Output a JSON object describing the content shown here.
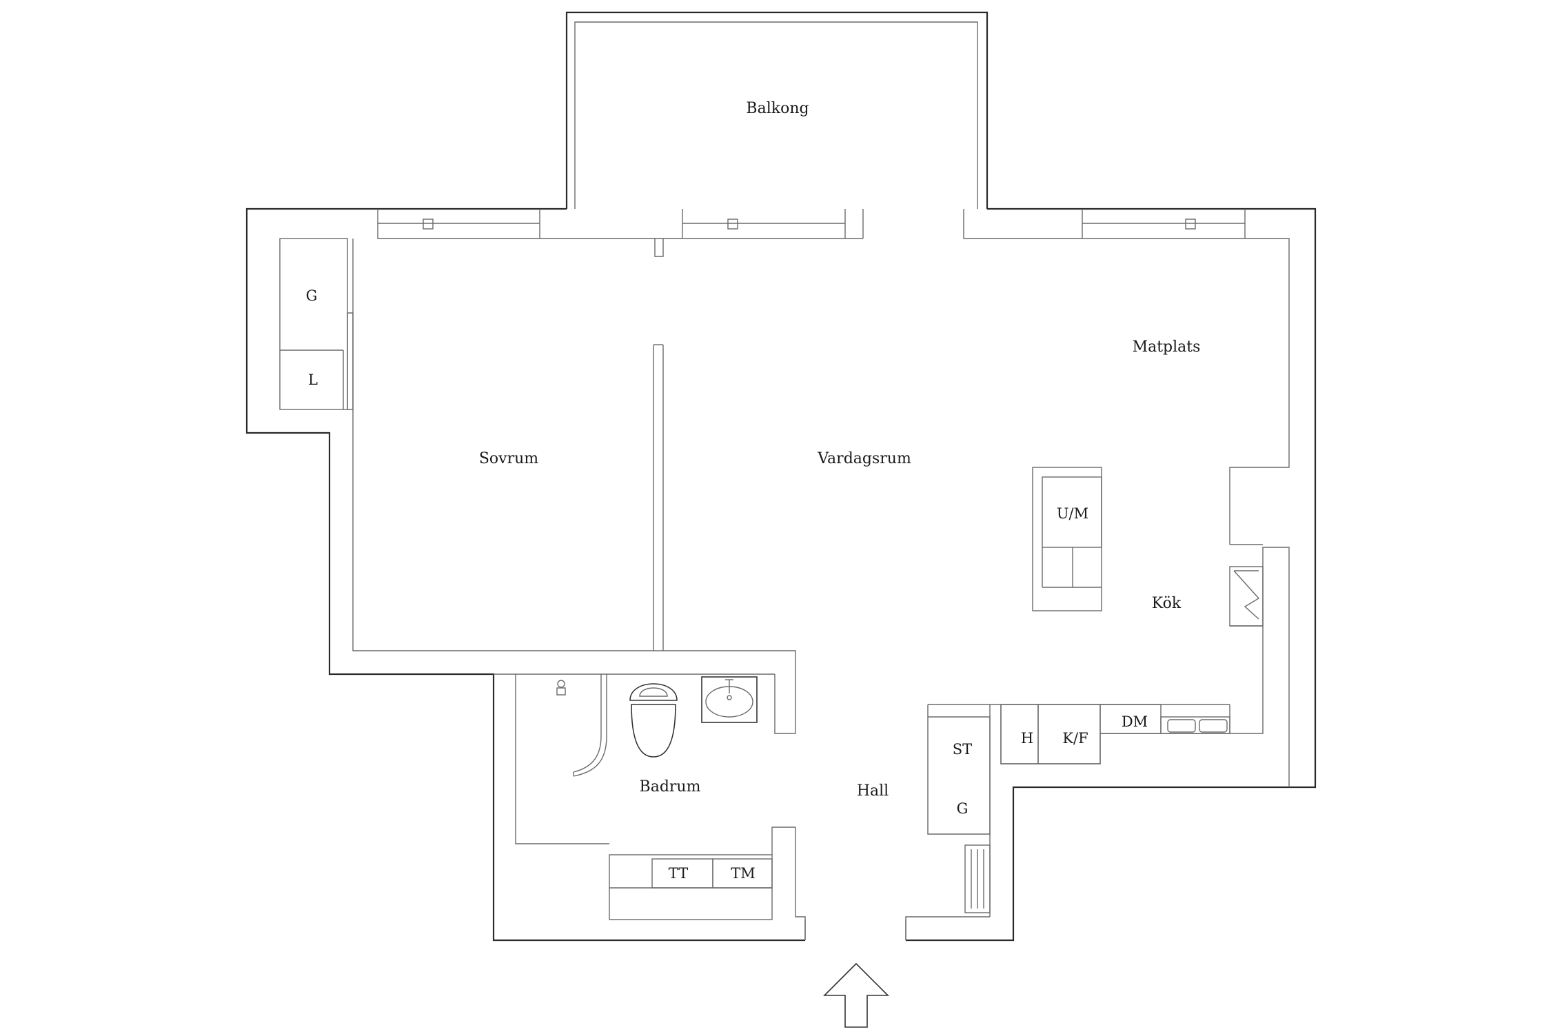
{
  "rooms": {
    "balkong": "Balkong",
    "matplats": "Matplats",
    "sovrum": "Sovrum",
    "vardagsrum": "Vardagsrum",
    "kok": "Kök",
    "badrum": "Badrum",
    "hall": "Hall"
  },
  "fixtures": {
    "garderob_bedroom": "G",
    "linne": "L",
    "um": "U/M",
    "hall_st": "ST",
    "hall_g": "G",
    "h": "H",
    "kf": "K/F",
    "dm": "DM",
    "tt": "TT",
    "tm": "TM"
  }
}
